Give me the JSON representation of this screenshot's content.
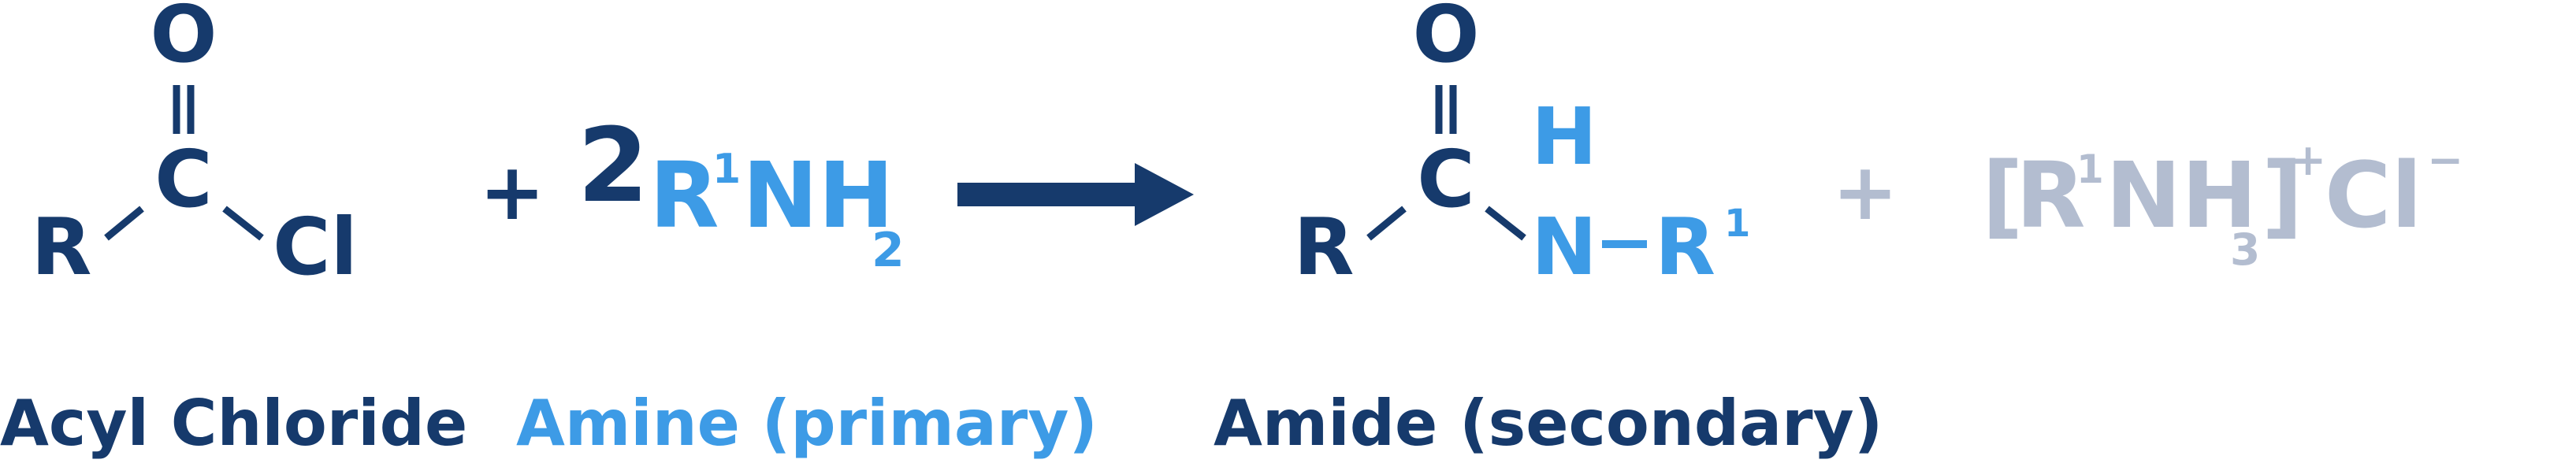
{
  "colors": {
    "dark": "#163a6c",
    "light": "#3d9be6",
    "faded": "#b3bdd0"
  },
  "reaction": {
    "plus": "+",
    "coefficient": "2",
    "arrow": "right-arrow"
  },
  "acyl_chloride": {
    "O": "O",
    "C": "C",
    "R": "R",
    "Cl": "Cl",
    "label": "Acyl Chloride"
  },
  "amine": {
    "R": "R",
    "sup": "1",
    "NH": "NH",
    "sub": "2",
    "label": "Amine (primary)"
  },
  "amide": {
    "O": "O",
    "C": "C",
    "R": "R",
    "H": "H",
    "N": "N",
    "R1": "R",
    "sup": "1",
    "label": "Amide (secondary)"
  },
  "byproduct": {
    "plus": "+",
    "open_bracket": "[",
    "R": "R",
    "sup1": "1",
    "NH": "NH",
    "sub3": "3",
    "close_bracket": "]",
    "charge_plus": "+",
    "Cl": "Cl",
    "charge_minus": "−"
  }
}
